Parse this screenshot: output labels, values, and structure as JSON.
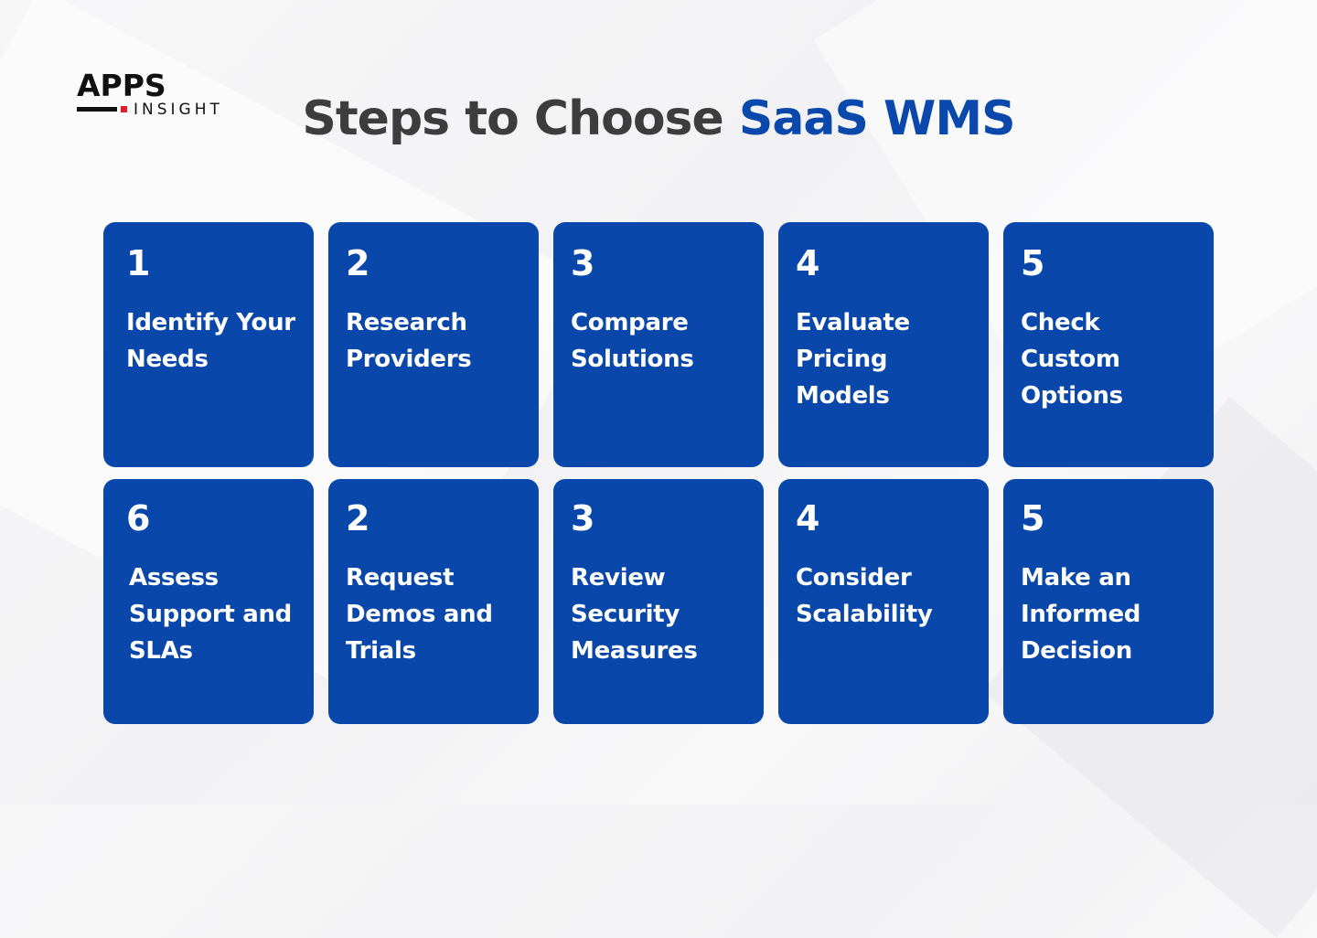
{
  "logo": {
    "primary": "APPS",
    "secondary": "INSIGHT",
    "accent_color": "#e11d2a"
  },
  "title": {
    "main": "Steps to Choose",
    "accent": "SaaS WMS",
    "main_color": "#3d3d3d",
    "accent_color": "#0a49ab"
  },
  "card_color": "#0a47aa",
  "steps": [
    {
      "number": "1",
      "label": "Identify Your Needs"
    },
    {
      "number": "2",
      "label": "Research Providers"
    },
    {
      "number": "3",
      "label": "Compare Solutions"
    },
    {
      "number": "4",
      "label": "Evaluate Pricing Models"
    },
    {
      "number": "5",
      "label": "Check Custom Options"
    },
    {
      "number": "6",
      "label": "Assess Support and SLAs"
    },
    {
      "number": "2",
      "label": "Request Demos and Trials"
    },
    {
      "number": "3",
      "label": "Review Security Measures"
    },
    {
      "number": "4",
      "label": "Consider Scalability"
    },
    {
      "number": "5",
      "label": "Make an Informed Decision"
    }
  ]
}
